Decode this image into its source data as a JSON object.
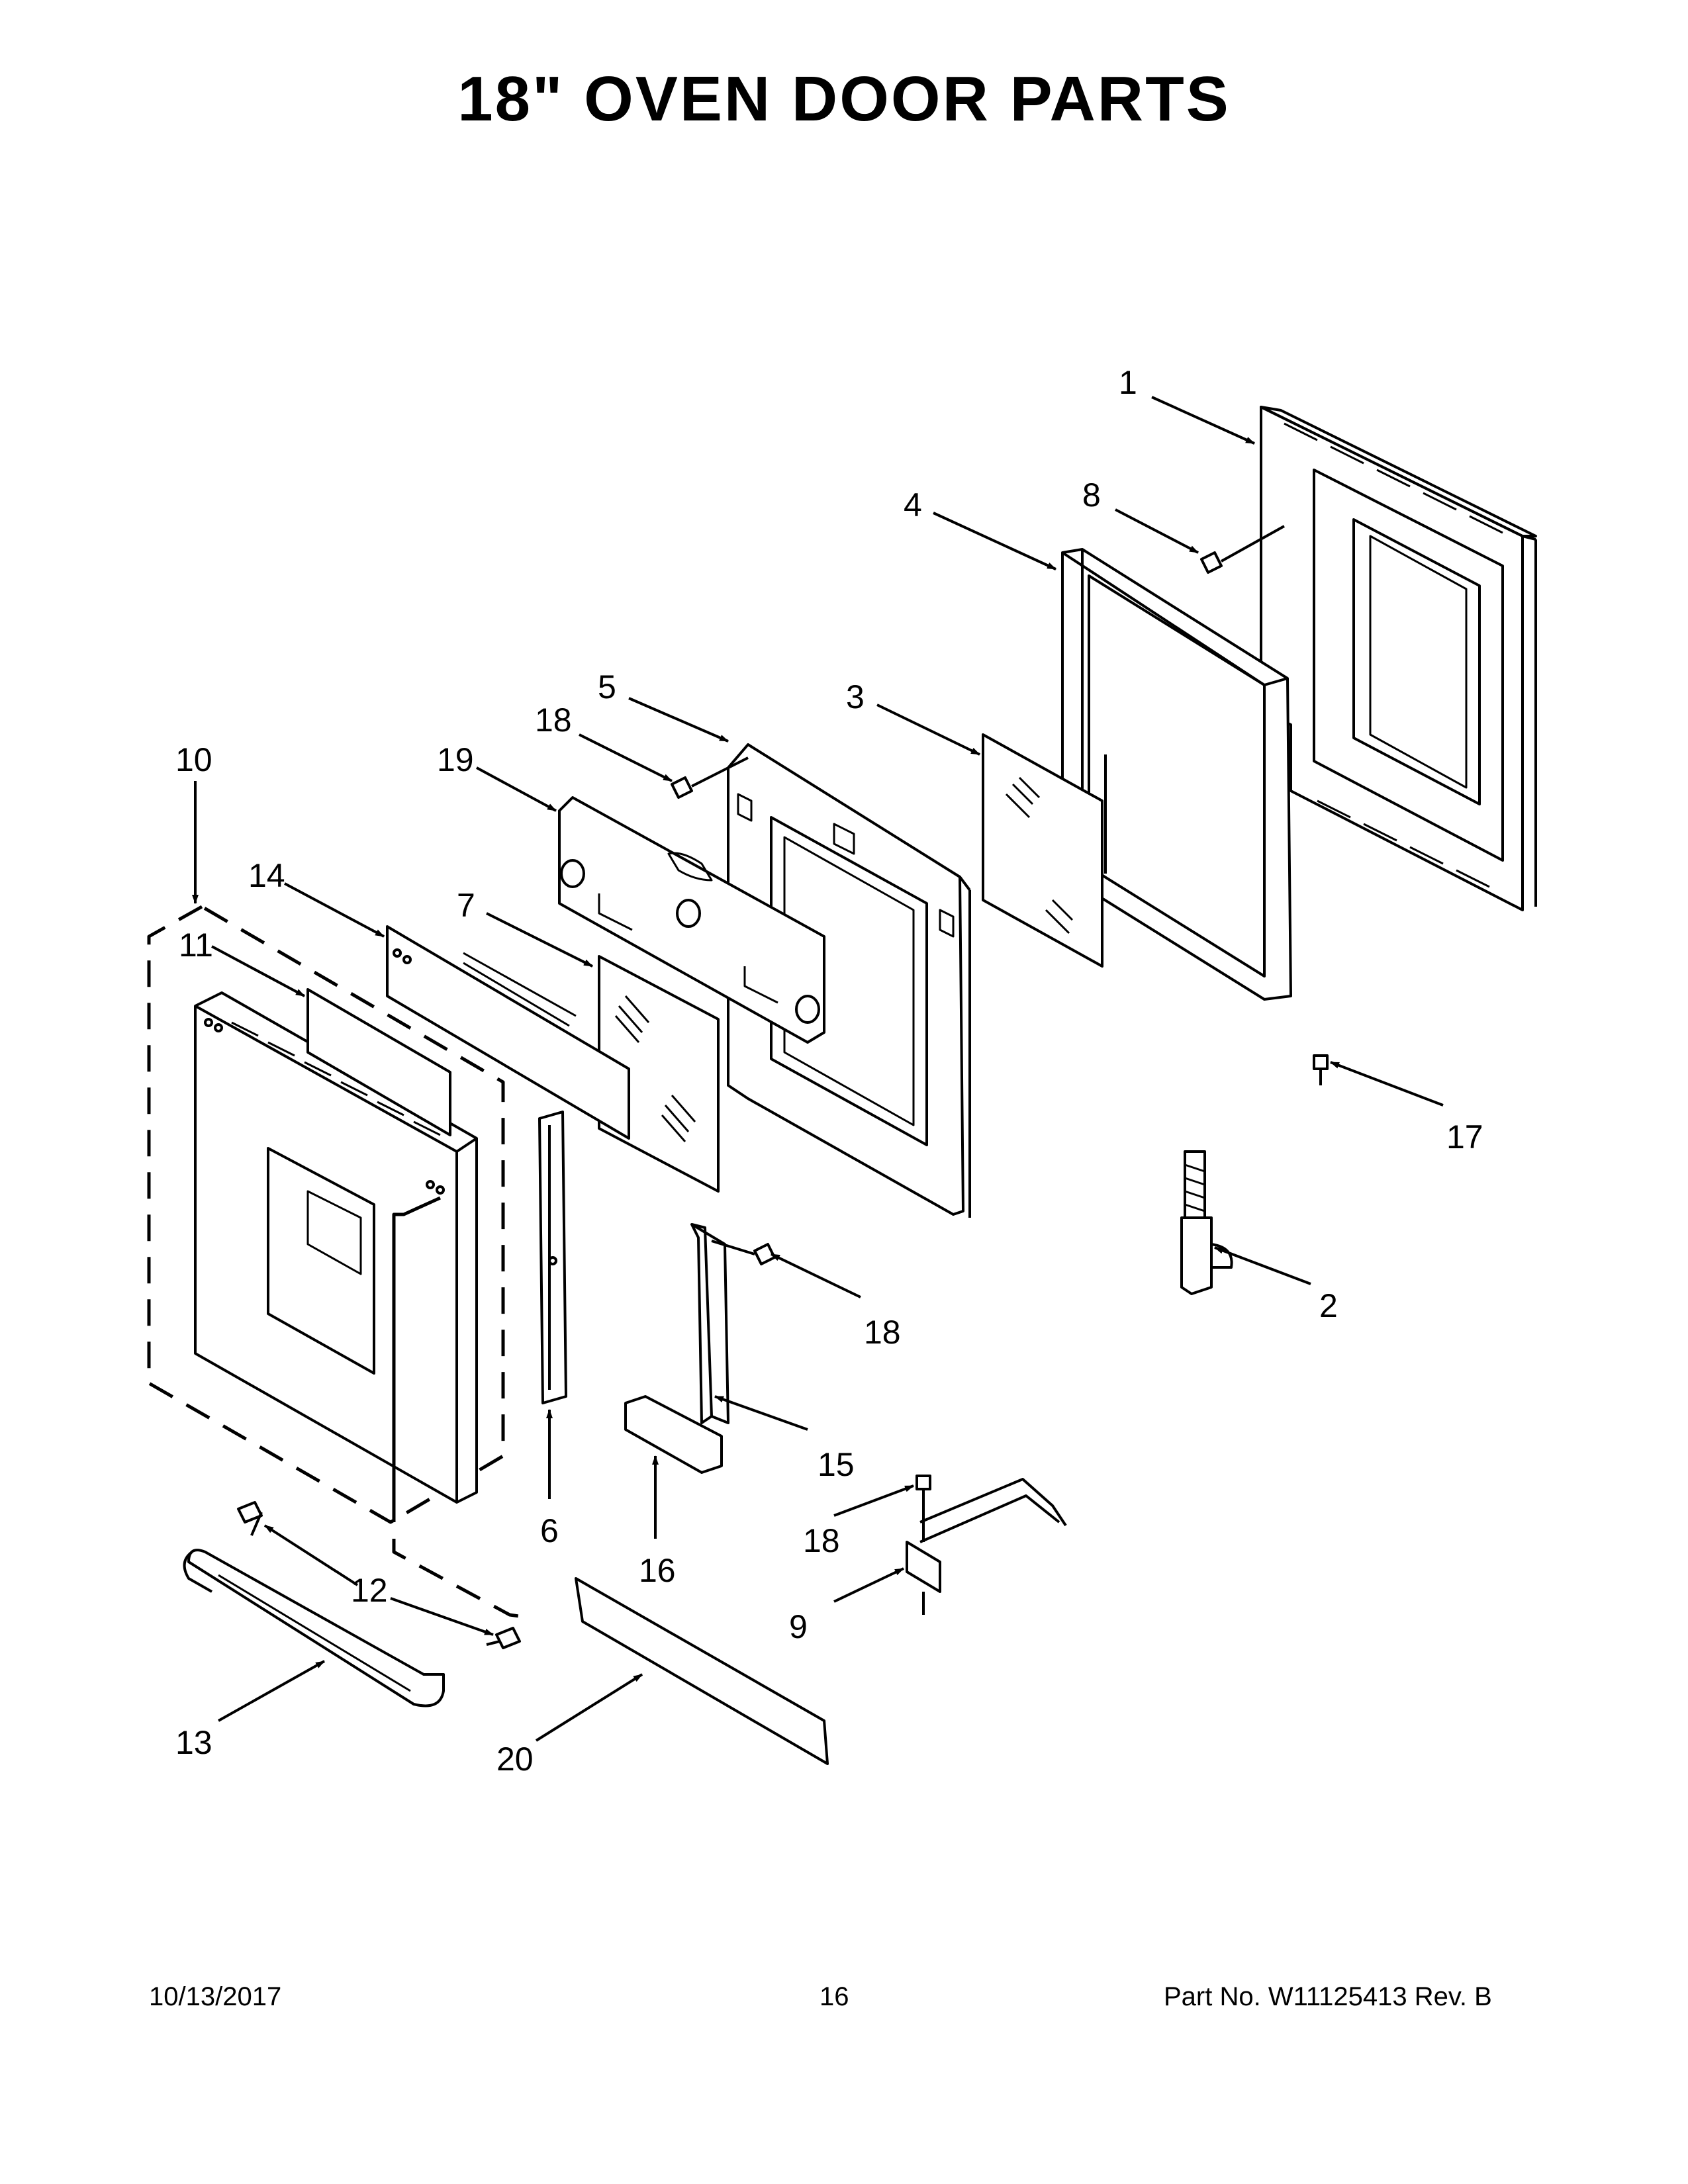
{
  "page": {
    "title": "18\" OVEN DOOR PARTS"
  },
  "callouts": [
    "1",
    "2",
    "3",
    "4",
    "5",
    "6",
    "7",
    "8",
    "9",
    "10",
    "11",
    "12",
    "13",
    "14",
    "15",
    "16",
    "17",
    "18",
    "18",
    "18",
    "19",
    "20"
  ],
  "footer": {
    "date": "10/13/2017",
    "page_number": "16",
    "part_number": "Part No.  W11125413  Rev.  B"
  }
}
